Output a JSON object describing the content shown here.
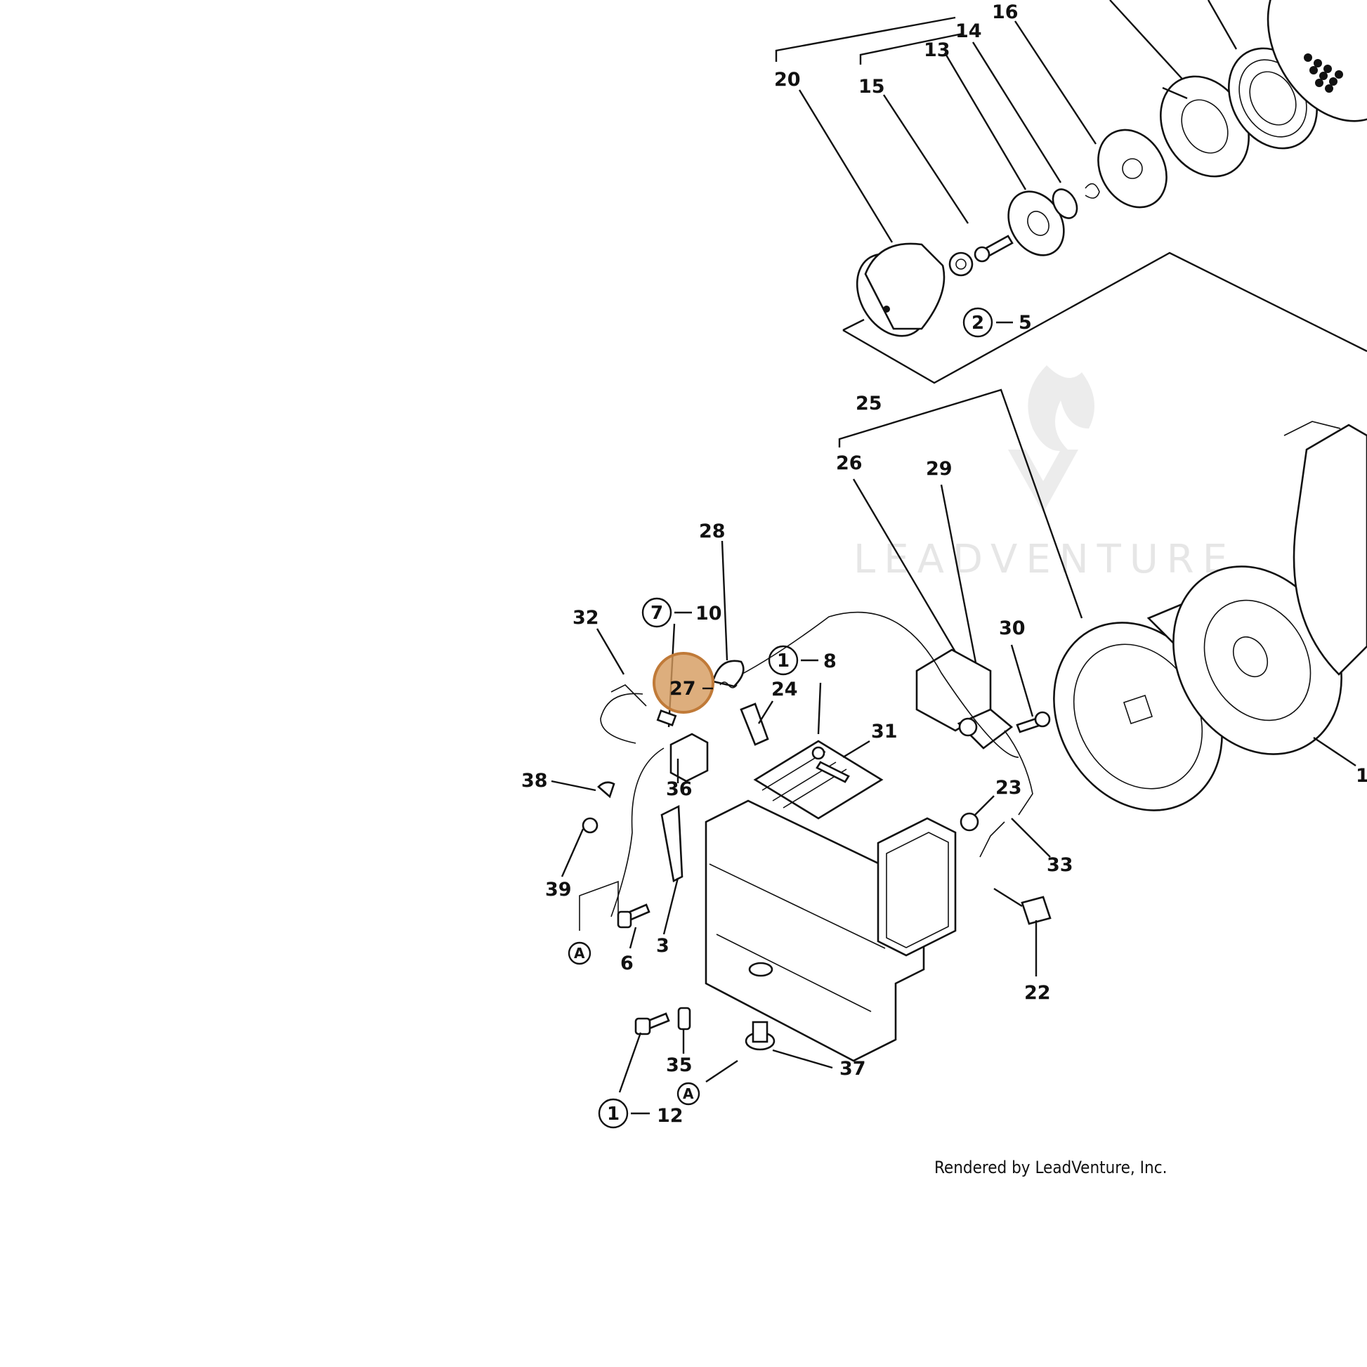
{
  "watermark": "LEADVENTURE",
  "credit": "Rendered by LeadVenture, Inc.",
  "highlight": {
    "label": "27",
    "color": "#D49A5C"
  },
  "callouts": [
    {
      "id": "20",
      "text": "20"
    },
    {
      "id": "15",
      "text": "15"
    },
    {
      "id": "13",
      "text": "13"
    },
    {
      "id": "14",
      "text": "14"
    },
    {
      "id": "16",
      "text": "16"
    },
    {
      "id": "5",
      "text": "5"
    },
    {
      "id": "25",
      "text": "25"
    },
    {
      "id": "26",
      "text": "26"
    },
    {
      "id": "29",
      "text": "29"
    },
    {
      "id": "28",
      "text": "28"
    },
    {
      "id": "32",
      "text": "32"
    },
    {
      "id": "10",
      "text": "10"
    },
    {
      "id": "8",
      "text": "8"
    },
    {
      "id": "24",
      "text": "24"
    },
    {
      "id": "30",
      "text": "30"
    },
    {
      "id": "31",
      "text": "31"
    },
    {
      "id": "38",
      "text": "38"
    },
    {
      "id": "36",
      "text": "36"
    },
    {
      "id": "23",
      "text": "23"
    },
    {
      "id": "33",
      "text": "33"
    },
    {
      "id": "39",
      "text": "39"
    },
    {
      "id": "6",
      "text": "6"
    },
    {
      "id": "3",
      "text": "3"
    },
    {
      "id": "22",
      "text": "22"
    },
    {
      "id": "35",
      "text": "35"
    },
    {
      "id": "37",
      "text": "37"
    },
    {
      "id": "12",
      "text": "12"
    },
    {
      "id": "1_edge",
      "text": "1"
    }
  ],
  "circled": [
    {
      "id": "c2",
      "text": "2"
    },
    {
      "id": "c7",
      "text": "7"
    },
    {
      "id": "c1a",
      "text": "1"
    },
    {
      "id": "cA1",
      "text": "A"
    },
    {
      "id": "cA2",
      "text": "A"
    },
    {
      "id": "c1b",
      "text": "1"
    }
  ]
}
